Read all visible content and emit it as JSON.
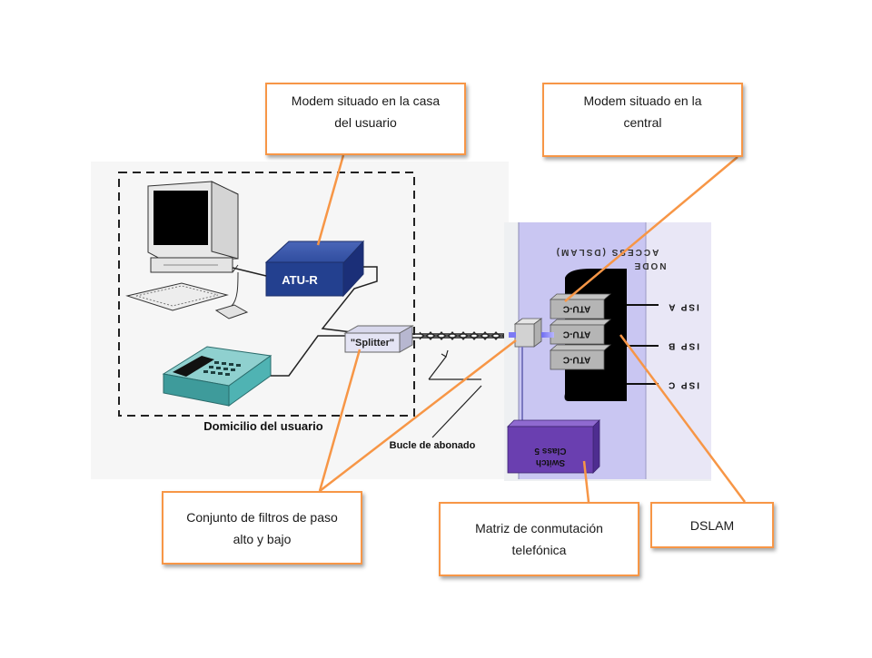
{
  "callouts": {
    "user_modem": {
      "line1": "Modem situado en la casa",
      "line2": "del usuario"
    },
    "central_modem": {
      "line1": "Modem situado en la",
      "line2": "central"
    },
    "filters": {
      "line1": "Conjunto de filtros de paso",
      "line2": "alto y bajo"
    },
    "switch_matrix": {
      "line1": "Matriz de conmutación",
      "line2": "telefónica"
    },
    "dslam": {
      "label": "DSLAM"
    }
  },
  "diagram": {
    "home_box_label": "Domicilio del usuario",
    "atu_r_label": "ATU-R",
    "splitter_label": "\"Splitter\"",
    "loop_label": "Bucle de abonado",
    "access_node_line1": "ACCESS (DSLAM)",
    "access_node_line2": "NODE",
    "atu_c_labels": [
      "ATU-C",
      "ATU-C",
      "ATU-C"
    ],
    "isp_labels": [
      "ISP A",
      "ISP B",
      "ISP C"
    ],
    "class5_line1": "Class 5",
    "class5_line2": "Switch"
  },
  "colors": {
    "callout_border": "#f79646",
    "connector": "#f79646",
    "atu_r_box": "#23408f",
    "phone_body": "#4fb3b3",
    "central_bg": "#c9c6f2",
    "dslam_body": "#000000",
    "class5_box": "#6a3fb0"
  }
}
